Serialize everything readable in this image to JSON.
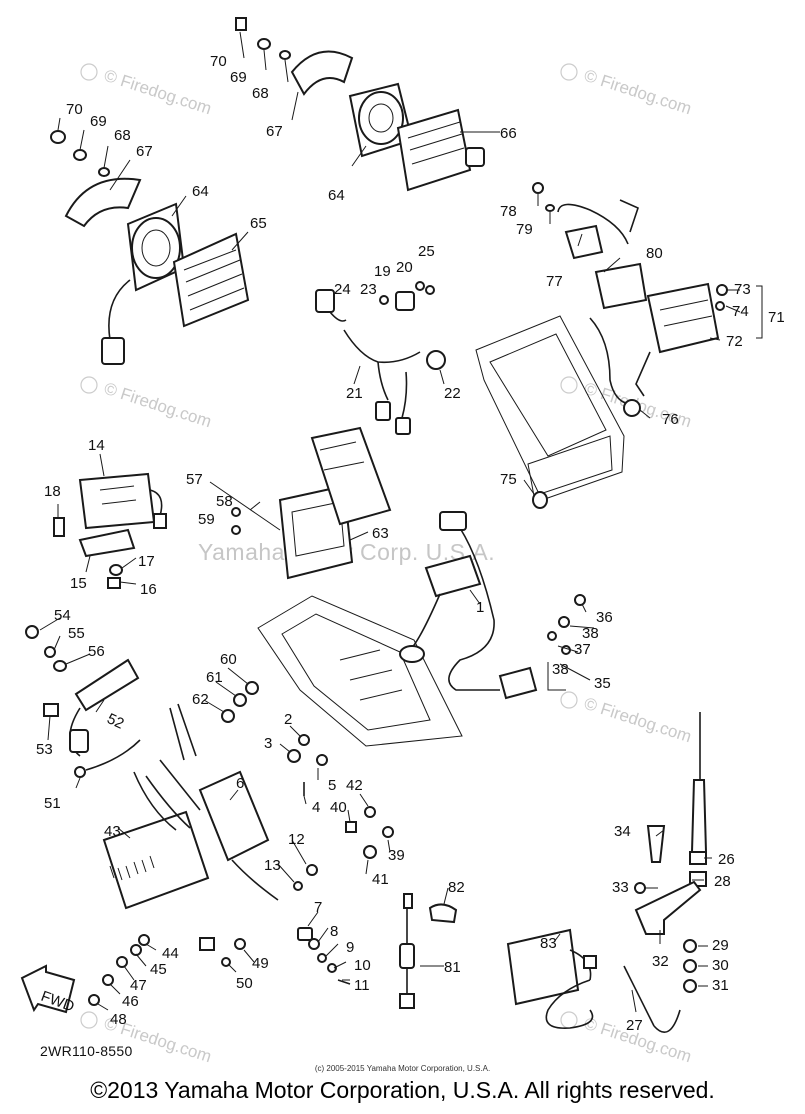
{
  "watermarks": {
    "site": "© Firedog.com",
    "site_fragment": "Firedog.com",
    "company": "Yamaha Motor Corp. U.S.A."
  },
  "labels": {
    "p70a": "70",
    "p69a": "69",
    "p68a": "68",
    "p67a": "67",
    "p70b": "70",
    "p69b": "69",
    "p68b": "68",
    "p67b": "67",
    "p64a": "64",
    "p65": "65",
    "p64b": "64",
    "p66": "66",
    "p78": "78",
    "p79": "79",
    "p77": "77",
    "p80": "80",
    "p73": "73",
    "p74": "74",
    "p71": "71",
    "p72": "72",
    "p76": "76",
    "p75": "75",
    "p25": "25",
    "p20": "20",
    "p19": "19",
    "p23": "23",
    "p24": "24",
    "p21": "21",
    "p22": "22",
    "p14": "14",
    "p18": "18",
    "p17": "17",
    "p16": "16",
    "p15": "15",
    "p57": "57",
    "p58": "58",
    "p59": "59",
    "p63": "63",
    "p1": "1",
    "p36": "36",
    "p38a": "38",
    "p37": "37",
    "p38b": "38",
    "p35": "35",
    "p54": "54",
    "p55": "55",
    "p56": "56",
    "p53": "53",
    "p52": "52",
    "p51": "51",
    "p60": "60",
    "p61": "61",
    "p62": "62",
    "p2": "2",
    "p3": "3",
    "p5": "5",
    "p42": "42",
    "p4": "4",
    "p40": "40",
    "p39": "39",
    "p41": "41",
    "p6": "6",
    "p43": "43",
    "p12": "12",
    "p13": "13",
    "p7": "7",
    "p8": "8",
    "p9": "9",
    "p10": "10",
    "p11": "11",
    "p44": "44",
    "p45": "45",
    "p47": "47",
    "p46": "46",
    "p48": "48",
    "p49": "49",
    "p50": "50",
    "p82": "82",
    "p81": "81",
    "p83": "83",
    "p34": "34",
    "p26": "26",
    "p33": "33",
    "p28": "28",
    "p29": "29",
    "p30": "30",
    "p31": "31",
    "p32": "32",
    "p27": "27"
  },
  "fwd_label": "FWD",
  "diagram_code": "2WR110-8550",
  "small_copyright": "(c) 2005-2015 Yamaha Motor Corporation, U.S.A.",
  "copyright": "©2013 Yamaha Motor Corporation, U.S.A. All rights reserved."
}
